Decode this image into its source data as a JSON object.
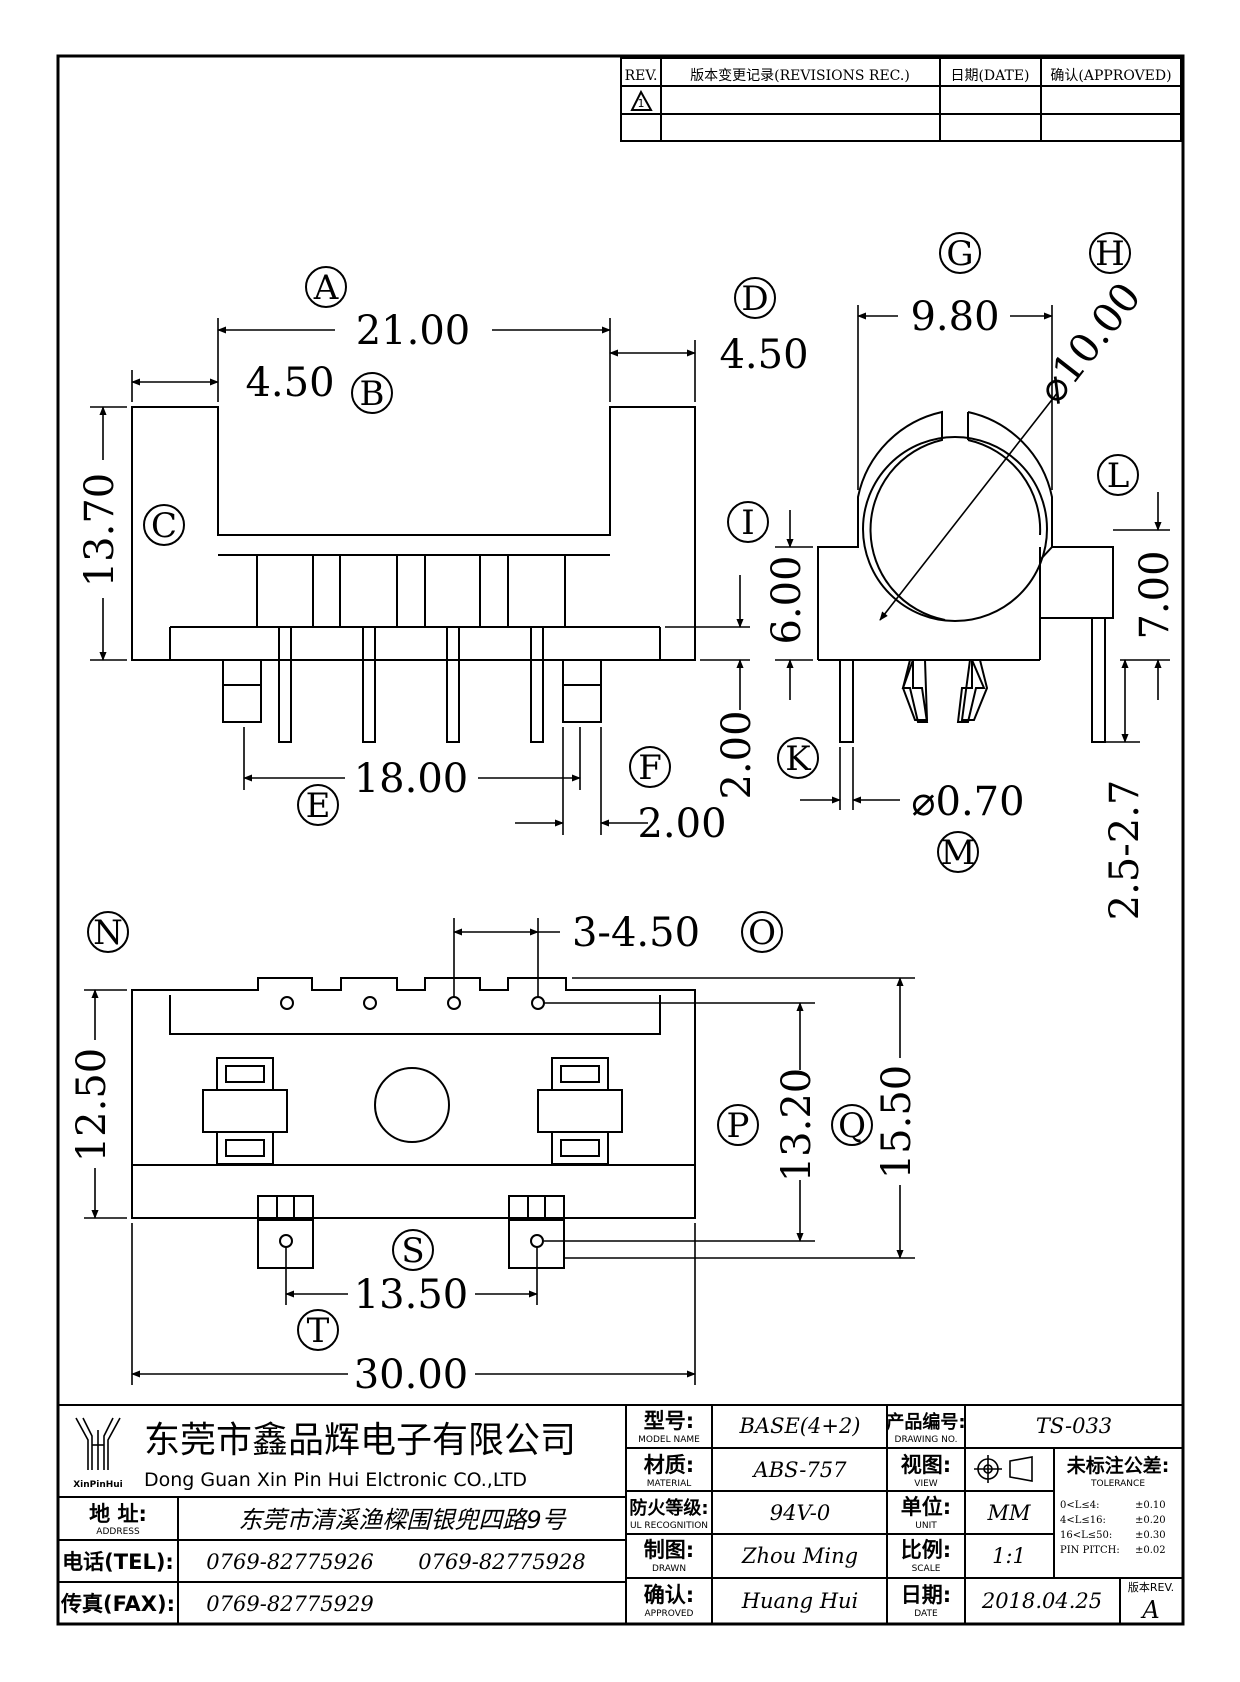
{
  "revision_table": {
    "headers": {
      "rev": "REV.",
      "record": "版本变更记录(REVISIONS REC.)",
      "date": "日期(DATE)",
      "approved": "确认(APPROVED)"
    },
    "rows": [
      {
        "rev": "1",
        "record": "",
        "date": "",
        "approved": ""
      },
      {
        "rev": "",
        "record": "",
        "date": "",
        "approved": ""
      }
    ]
  },
  "front_view": {
    "label_a": "A",
    "dim_a": "21.00",
    "label_b": "B",
    "dim_b": "4.50",
    "label_c": "C",
    "dim_c": "13.70",
    "label_d": "D",
    "dim_d": "4.50",
    "label_e": "E",
    "dim_e": "18.00",
    "label_f": "F",
    "dim_f": "2.00",
    "dim_ext": "2.00"
  },
  "side_view": {
    "label_g": "G",
    "dim_g": "9.80",
    "label_h": "H",
    "dim_h": "⌀10.00",
    "label_i": "I",
    "dim_i": "6.00",
    "label_k": "K",
    "label_l": "L",
    "dim_l": "7.00",
    "label_m": "M",
    "dim_m": "⌀0.70",
    "dim_pin": "2.5-2.7"
  },
  "bottom_view": {
    "label_n": "N",
    "dim_n": "12.50",
    "label_o": "O",
    "dim_o": "3-4.50",
    "label_p": "P",
    "dim_p": "13.20",
    "label_q": "Q",
    "dim_q": "15.50",
    "label_s": "S",
    "dim_s": "13.50",
    "label_t": "T",
    "dim_t": "30.00"
  },
  "title_block": {
    "company_cn": "东莞市鑫品辉电子有限公司",
    "company_en": "Dong Guan Xin Pin Hui Elctronic CO.,LTD",
    "logo_text": "XinPinHui",
    "address_label": "地 址:",
    "address_sub": "ADDRESS",
    "address": "东莞市清溪渔樑围银兜四路9号",
    "tel_label": "电话(TEL):",
    "tel1": "0769-82775926",
    "tel2": "0769-82775928",
    "fax_label": "传真(FAX):",
    "fax": "0769-82775929",
    "model_label": "型号:",
    "model_sub": "MODEL NAME",
    "model": "BASE(4+2)",
    "material_label": "材质:",
    "material_sub": "MATERIAL",
    "material": "ABS-757",
    "ul_label": "防火等级:",
    "ul_sub": "UL RECOGNITION",
    "ul": "94V-0",
    "drawn_label": "制图:",
    "drawn_sub": "DRAWN",
    "drawn": "Zhou Ming",
    "approved_label": "确认:",
    "approved_sub": "APPROVED",
    "approved": "Huang Hui",
    "drawing_no_label": "产品编号:",
    "drawing_no_sub": "DRAWING NO.",
    "drawing_no": "TS-033",
    "view_label": "视图:",
    "view_sub": "VIEW",
    "unit_label": "单位:",
    "unit_sub": "UNIT",
    "unit": "MM",
    "scale_label": "比例:",
    "scale_sub": "SCALE",
    "scale": "1:1",
    "date_label": "日期:",
    "date_sub": "DATE",
    "date": "2018.04.25",
    "tolerance_label": "未标注公差:",
    "tolerance_sub": "TOLERANCE",
    "tolerances": [
      {
        "range": "0<L≤4:",
        "value": "±0.10"
      },
      {
        "range": "4<L≤16:",
        "value": "±0.20"
      },
      {
        "range": "16<L≤50:",
        "value": "±0.30"
      },
      {
        "range": "PIN PITCH:",
        "value": "±0.02"
      }
    ],
    "version_label": "版本REV.",
    "version": "A"
  }
}
